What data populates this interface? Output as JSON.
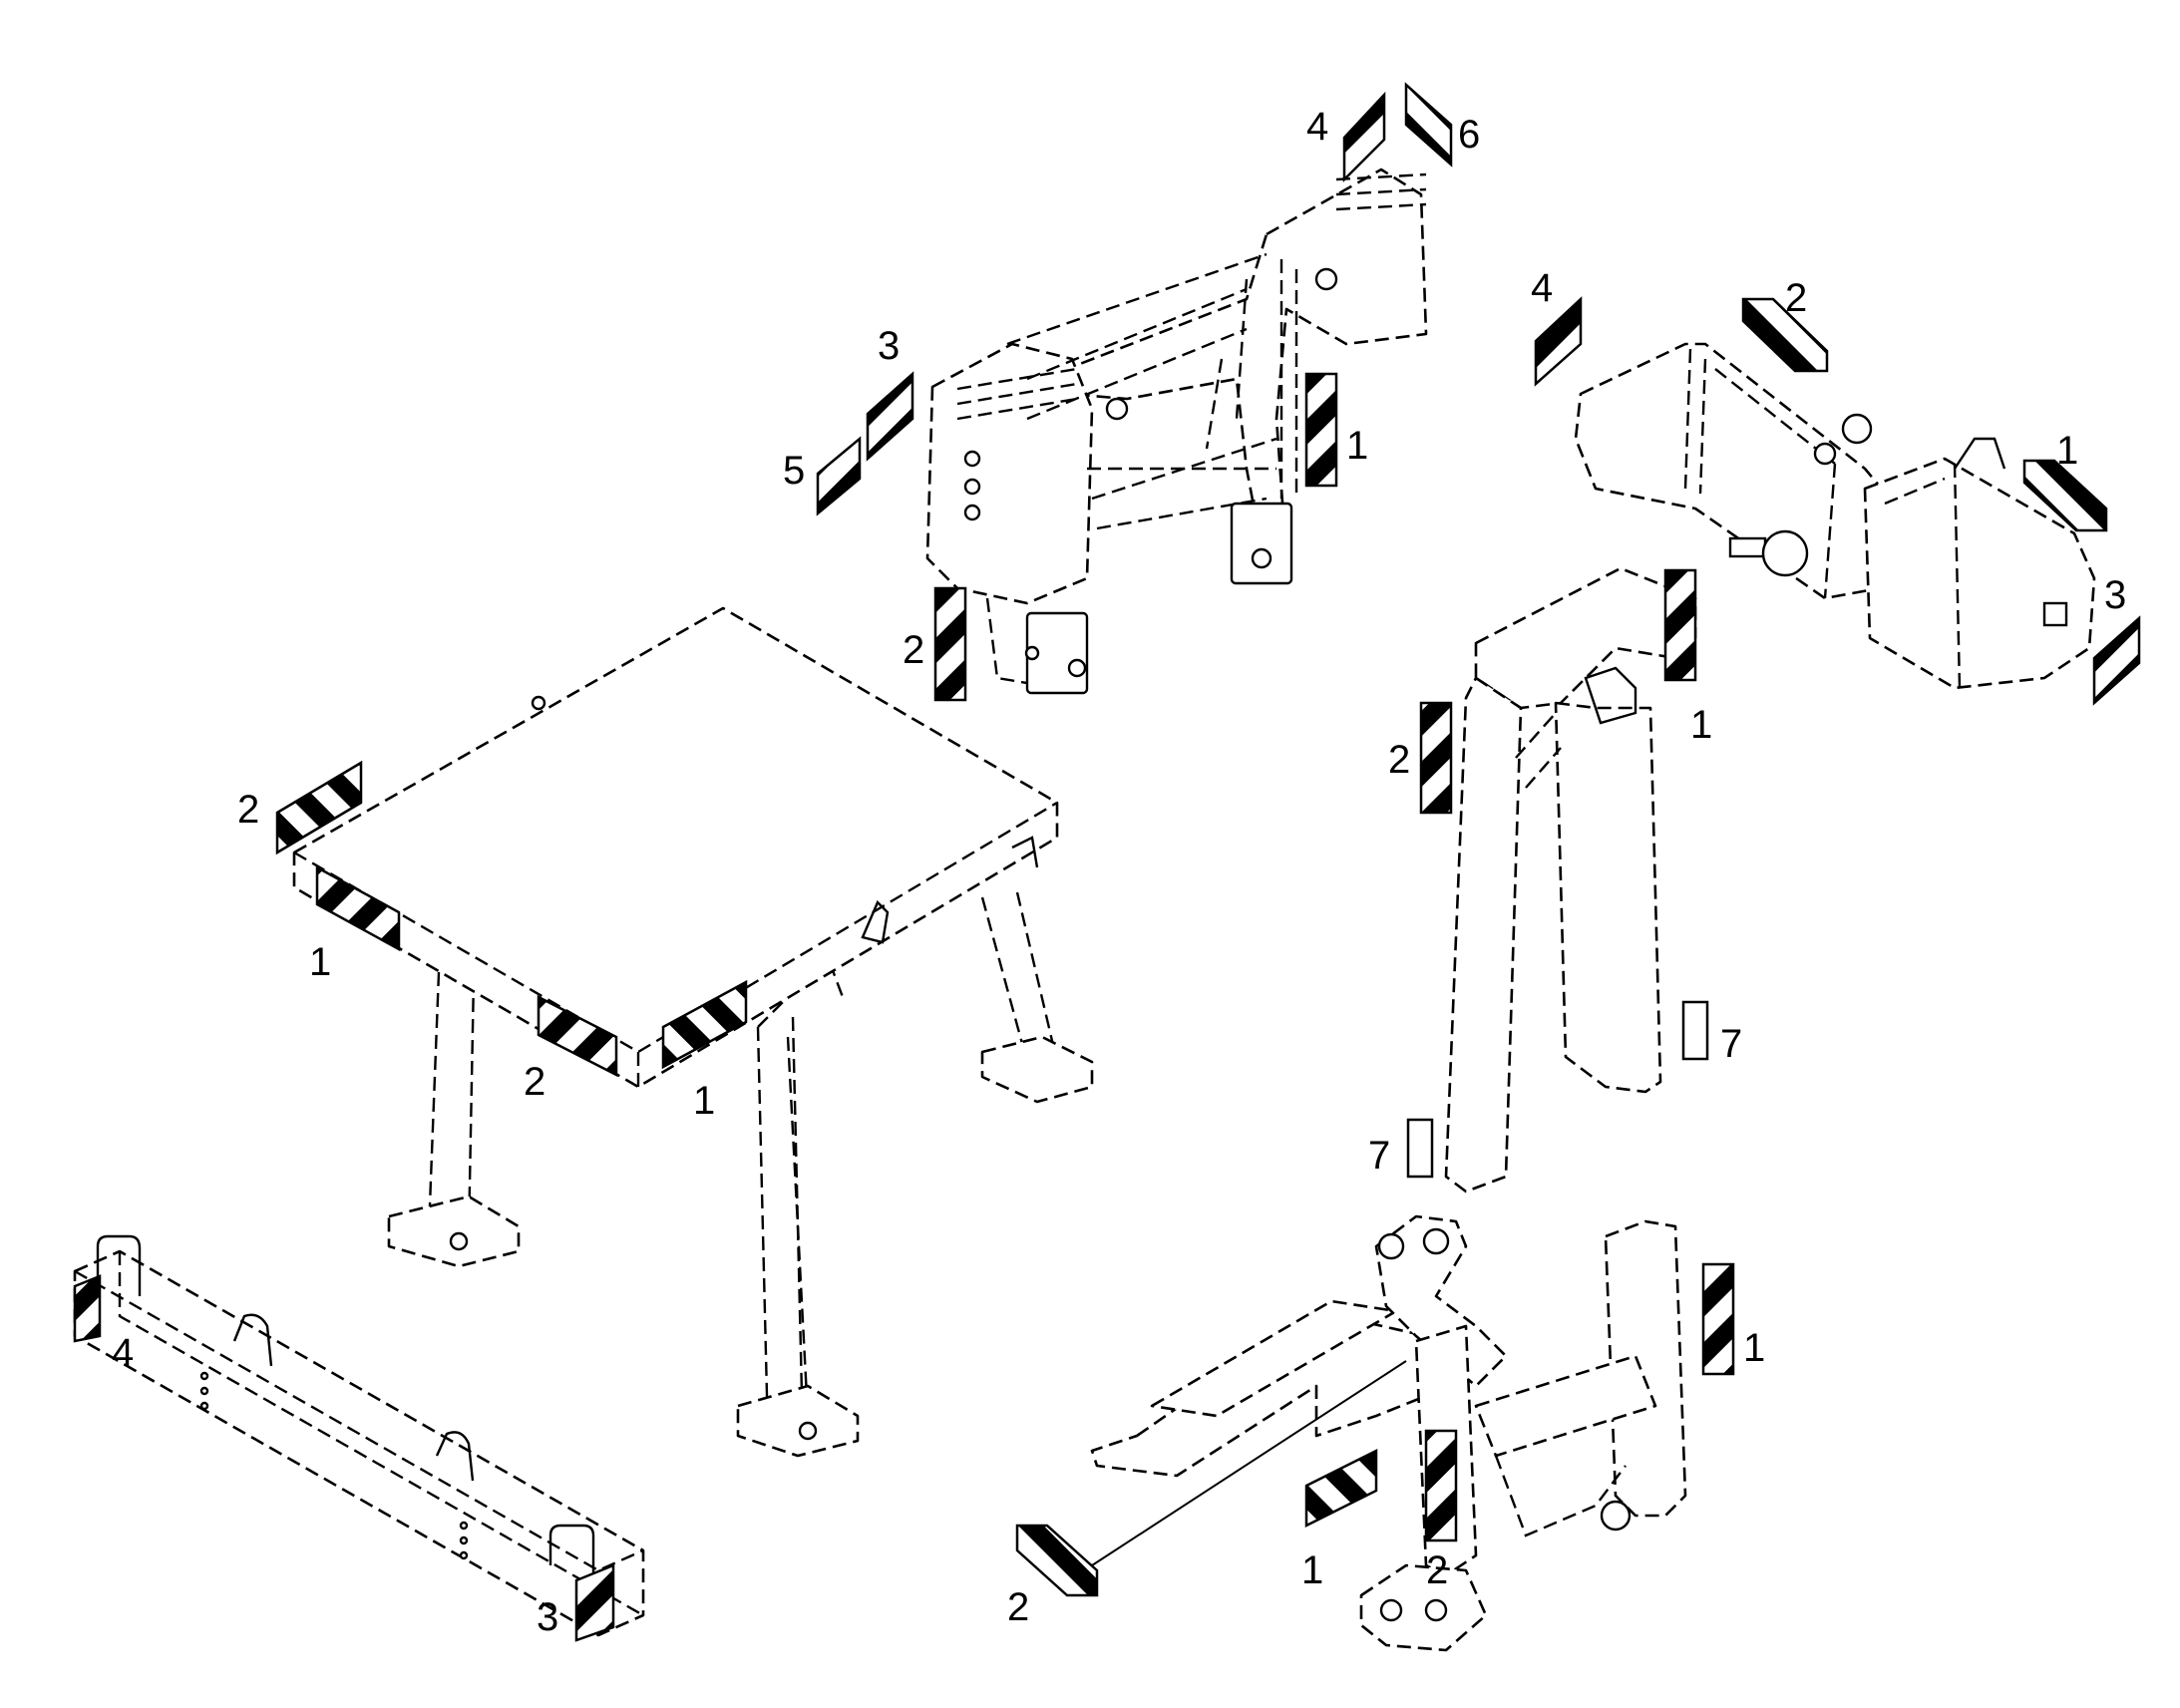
{
  "callouts": [
    {
      "id": "c1",
      "text": "4"
    },
    {
      "id": "c2",
      "text": "6"
    },
    {
      "id": "c3",
      "text": "4"
    },
    {
      "id": "c4",
      "text": "2"
    },
    {
      "id": "c5",
      "text": "3"
    },
    {
      "id": "c6",
      "text": "5"
    },
    {
      "id": "c7",
      "text": "1"
    },
    {
      "id": "c8",
      "text": "1"
    },
    {
      "id": "c9",
      "text": "2"
    },
    {
      "id": "c10",
      "text": "3"
    },
    {
      "id": "c11",
      "text": "2"
    },
    {
      "id": "c12",
      "text": "1"
    },
    {
      "id": "c13",
      "text": "2"
    },
    {
      "id": "c14",
      "text": "1"
    },
    {
      "id": "c15",
      "text": "2"
    },
    {
      "id": "c16",
      "text": "1"
    },
    {
      "id": "c17",
      "text": "7"
    },
    {
      "id": "c18",
      "text": "7"
    },
    {
      "id": "c19",
      "text": "4"
    },
    {
      "id": "c20",
      "text": "3"
    },
    {
      "id": "c21",
      "text": "1"
    },
    {
      "id": "c22",
      "text": "2"
    },
    {
      "id": "c23",
      "text": "1"
    },
    {
      "id": "c24",
      "text": "2"
    }
  ]
}
